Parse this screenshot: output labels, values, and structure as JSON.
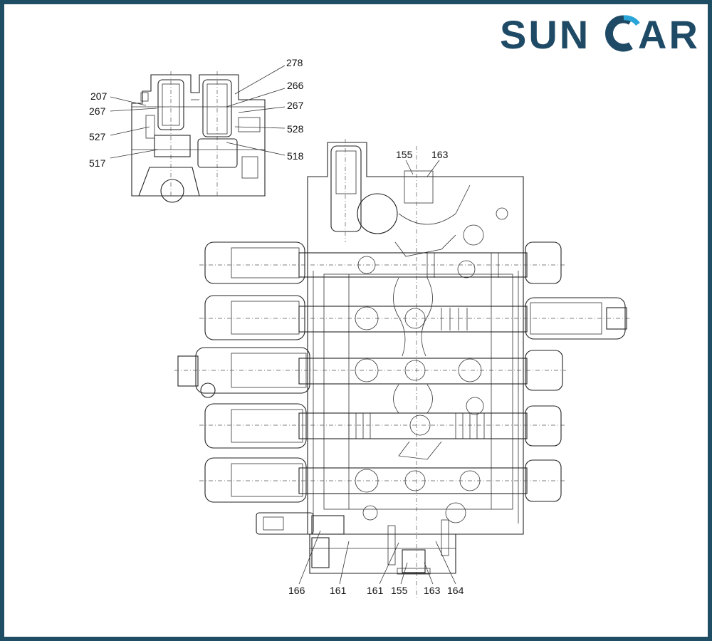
{
  "brand": {
    "name_part1": "SUN",
    "name_part2": "AR",
    "colors": {
      "dark": "#1e4a66",
      "accent": "#2aa5d8",
      "frame": "#1f4d63"
    }
  },
  "callouts_inset": {
    "c278": "278",
    "c207": "207",
    "c266": "266",
    "c267a": "267",
    "c267b": "267",
    "c527": "527",
    "c528": "528",
    "c517": "517",
    "c518": "518"
  },
  "callouts_main": {
    "c155top": "155",
    "c163top": "163",
    "c166": "166",
    "c161a": "161",
    "c161b": "161",
    "c155bot": "155",
    "c163bot": "163",
    "c164": "164"
  }
}
